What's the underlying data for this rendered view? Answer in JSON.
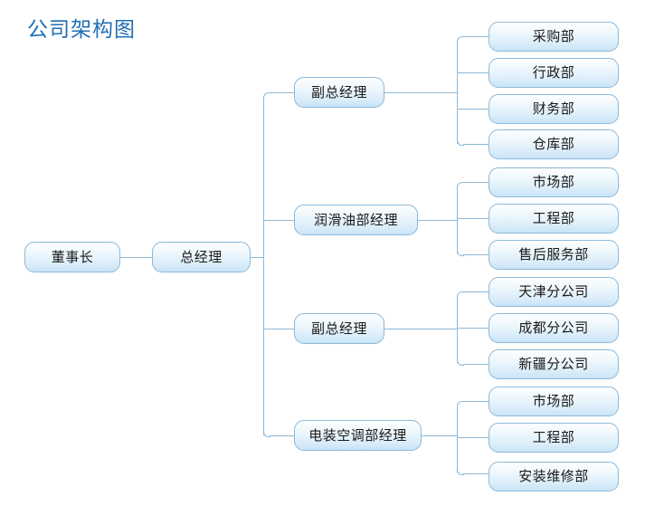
{
  "title": "公司架构图",
  "theme": {
    "title_color": "#1f6fb5",
    "node_border_color": "#8cb9da",
    "node_fill_top": "#fdfefe",
    "node_fill_bottom": "#c9e4f7",
    "connector_color": "#8fb8d6",
    "background": "#ffffff",
    "text_color": "#1a1a1a"
  },
  "chart_data": {
    "type": "diagram",
    "diagram_type": "organization-chart",
    "orientation": "left-to-right",
    "title": "公司架构图",
    "root": {
      "label": "董事长",
      "level": 0
    },
    "nodes": {
      "level0": [
        {
          "id": "chairman",
          "label": "董事长"
        }
      ],
      "level1": [
        {
          "id": "gm",
          "label": "总经理",
          "parent": "chairman"
        }
      ],
      "level2": [
        {
          "id": "dgm1",
          "label": "副总经理",
          "parent": "gm"
        },
        {
          "id": "lube",
          "label": "润滑油部经理",
          "parent": "gm"
        },
        {
          "id": "dgm2",
          "label": "副总经理",
          "parent": "gm"
        },
        {
          "id": "hvac",
          "label": "电装空调部经理",
          "parent": "gm"
        }
      ],
      "level3": [
        {
          "id": "d1",
          "label": "采购部",
          "parent": "dgm1"
        },
        {
          "id": "d2",
          "label": "行政部",
          "parent": "dgm1"
        },
        {
          "id": "d3",
          "label": "财务部",
          "parent": "dgm1"
        },
        {
          "id": "d4",
          "label": "仓库部",
          "parent": "dgm1"
        },
        {
          "id": "d5",
          "label": "市场部",
          "parent": "lube"
        },
        {
          "id": "d6",
          "label": "工程部",
          "parent": "lube"
        },
        {
          "id": "d7",
          "label": "售后服务部",
          "parent": "lube"
        },
        {
          "id": "d8",
          "label": "天津分公司",
          "parent": "dgm2"
        },
        {
          "id": "d9",
          "label": "成都分公司",
          "parent": "dgm2"
        },
        {
          "id": "d10",
          "label": "新疆分公司",
          "parent": "dgm2"
        },
        {
          "id": "d11",
          "label": "市场部",
          "parent": "hvac"
        },
        {
          "id": "d12",
          "label": "工程部",
          "parent": "hvac"
        },
        {
          "id": "d13",
          "label": "安装维修部",
          "parent": "hvac"
        }
      ]
    },
    "branches": [
      {
        "manager": "副总经理",
        "departments": [
          "采购部",
          "行政部",
          "财务部",
          "仓库部"
        ]
      },
      {
        "manager": "润滑油部经理",
        "departments": [
          "市场部",
          "工程部",
          "售后服务部"
        ]
      },
      {
        "manager": "副总经理",
        "departments": [
          "天津分公司",
          "成都分公司",
          "新疆分公司"
        ]
      },
      {
        "manager": "电装空调部经理",
        "departments": [
          "市场部",
          "工程部",
          "安装维修部"
        ]
      }
    ]
  }
}
